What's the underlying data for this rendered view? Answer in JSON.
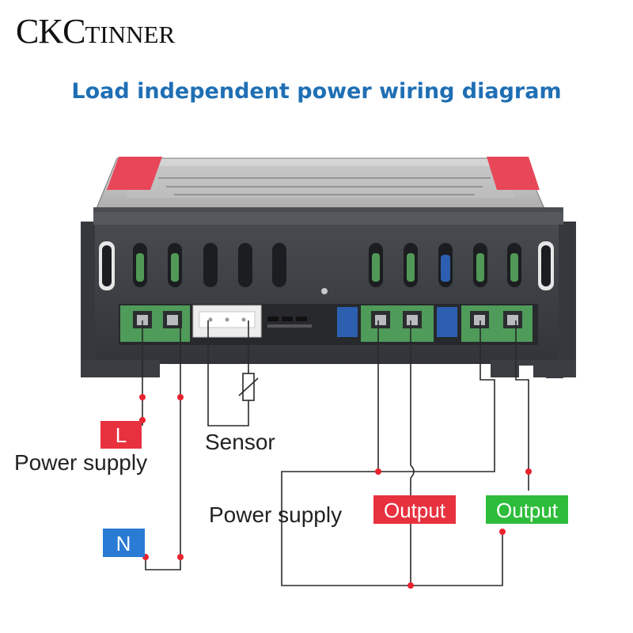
{
  "brand": {
    "lead": "CKC",
    "rest": "TINNER"
  },
  "title": "Load independent power wiring diagram",
  "labels": {
    "l_tag": "L",
    "n_tag": "N",
    "power_supply_left": "Power supply",
    "sensor": "Sensor",
    "power_supply_mid": "Power supply",
    "output_red": "Output",
    "output_green": "Output"
  },
  "colors": {
    "title": "#1f6fb4",
    "tag_red": "#e8313f",
    "tag_blue": "#2a7bd4",
    "tag_green": "#2ebd3a",
    "node": "#e8232e",
    "housing": "#3c3f44",
    "terminal_green": "#4f9b5a",
    "clip_red": "#e8475a"
  }
}
